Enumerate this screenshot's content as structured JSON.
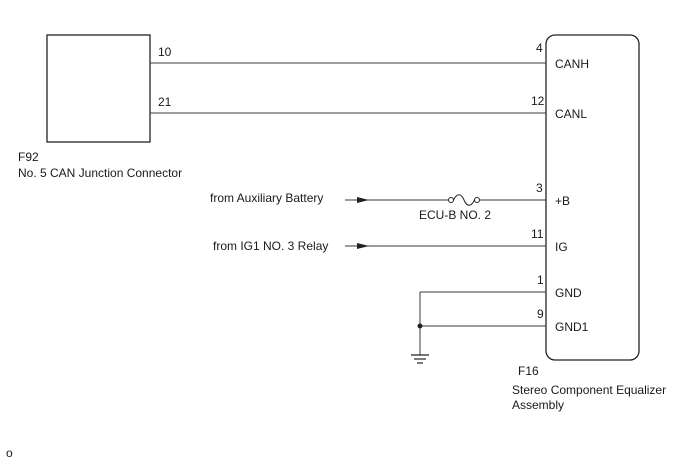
{
  "connector_f92": {
    "code": "F92",
    "name": "No. 5 CAN Junction Connector",
    "pins": {
      "canh": "10",
      "canl": "21"
    }
  },
  "unit_f16": {
    "code": "F16",
    "name_line1": "Stereo Component Equalizer",
    "name_line2": "Assembly",
    "terminals": [
      {
        "pin": "4",
        "label": "CANH"
      },
      {
        "pin": "12",
        "label": "CANL"
      },
      {
        "pin": "3",
        "label": "+B"
      },
      {
        "pin": "11",
        "label": "IG"
      },
      {
        "pin": "1",
        "label": "GND"
      },
      {
        "pin": "9",
        "label": "GND1"
      }
    ]
  },
  "sources": {
    "battery": "from Auxiliary Battery",
    "ig_relay": "from IG1 NO. 3 Relay"
  },
  "fuse": {
    "label": "ECU-B NO. 2"
  },
  "corner_mark": "o"
}
